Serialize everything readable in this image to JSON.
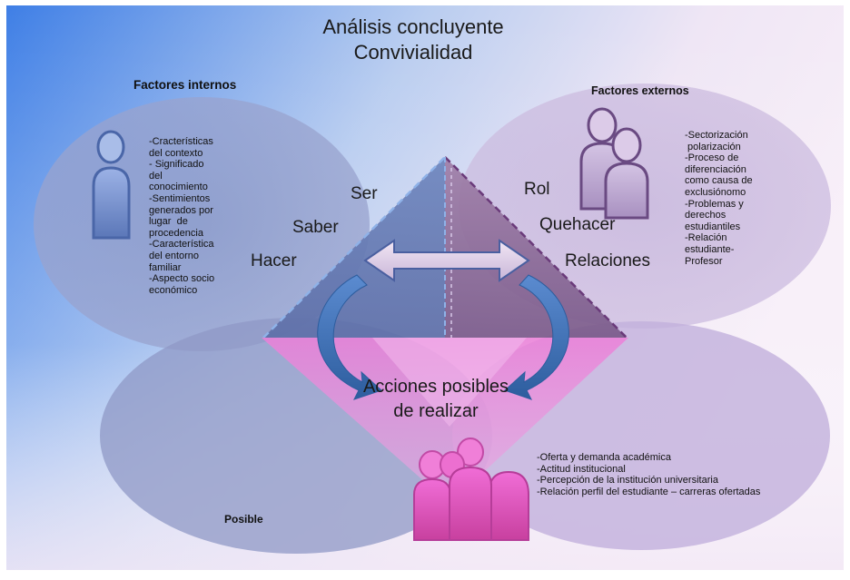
{
  "title": {
    "line1": "Análisis concluyente",
    "line2": "Convivialidad"
  },
  "internal": {
    "heading": "Factores internos",
    "items": [
      "-Cracterísticas",
      "del contexto",
      "- Significado",
      "del",
      "conocimiento",
      "-Sentimientos",
      "generados por",
      "lugar  de",
      "procedencia",
      "-Característica",
      "del entorno",
      "familiar",
      "-Aspecto socio",
      "económico"
    ]
  },
  "external": {
    "heading": "Factores externos",
    "items": [
      "-Sectorización",
      " polarización",
      "-Proceso de",
      "diferenciación",
      "como causa de",
      "exclusiónomo",
      "-Problemas y",
      "derechos",
      "estudiantiles",
      "-Relación",
      "estudiante-",
      "Profesor"
    ]
  },
  "left_words": {
    "ser": "Ser",
    "saber": "Saber",
    "hacer": "Hacer"
  },
  "right_words": {
    "rol": "Rol",
    "quehacer": "Quehacer",
    "relaciones": "Relaciones"
  },
  "center": {
    "line1": "Acciones posibles",
    "line2": "de realizar"
  },
  "bottom": {
    "label": "Posible",
    "items": [
      "-Oferta y demanda académica",
      "-Actitud institucional",
      "-Percepción de la institución universitaria",
      "-Relación perfil del estudiante – carreras ofertadas"
    ]
  },
  "colors": {
    "background_left": "#4f8ee8",
    "background_right": "#f3e8f6",
    "ellipse": "#8f9cc8",
    "triangle_left": "#7d95c4",
    "triangle_right": "#8c6c98",
    "funnel": "#e88ad8",
    "arrow": "#3a6fb0",
    "person": "#8b9fd0",
    "person_pink": "#e060c8"
  },
  "icons": [
    "person-icon",
    "two-people-icon",
    "group-people-icon",
    "double-arrow-icon",
    "curved-arrow-icon"
  ]
}
